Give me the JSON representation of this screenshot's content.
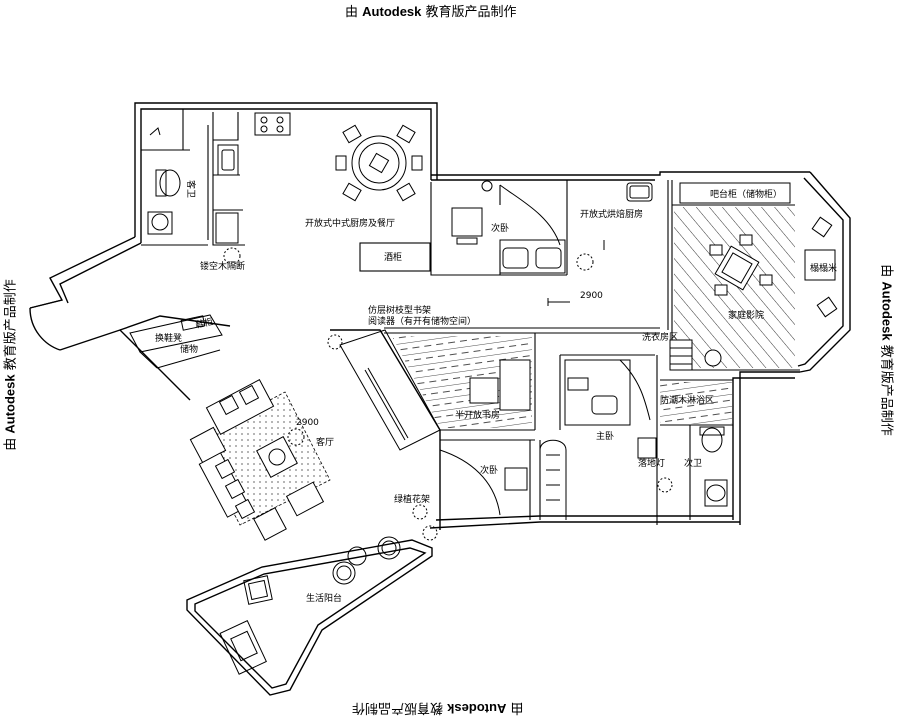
{
  "watermark": {
    "prefix": "由",
    "brand": "Autodesk",
    "suffix": "教育版产品制作"
  },
  "rooms": {
    "guest_toilet": "客卫",
    "kitchen_dining": "开放式中式厨房及餐厅",
    "wine_cabinet": "酒柜",
    "screen_divider": "镂空木隔断",
    "second_bedroom_top": "次卧",
    "bakery_kitchen": "开放式烘焙厨房",
    "bar_counter": "吧台柜（储物柜）",
    "tatami": "榻榻米",
    "family_theater": "家庭影院",
    "bookshelf_note_1": "仿层树枝型书架",
    "bookshelf_note_2": "阅读器（有开有储物空间）",
    "shoe_cabinet_1": "换鞋凳",
    "shoe_cabinet_2": "鞋柜",
    "shoe_cabinet_3": "储物",
    "living_room": "客厅",
    "semi_open_study": "半开放书房",
    "laundry": "洗衣房区",
    "master_bedroom": "主卧",
    "waterproof_bathroom": "防潮木淋浴区",
    "floor_lamp": "落地灯",
    "second_bathroom": "次卫",
    "second_bedroom_bottom": "次卧",
    "plant_stand": "绿植花架",
    "utility_balcony": "生活阳台"
  },
  "dimensions": {
    "corridor": "2900",
    "living": "2900"
  }
}
